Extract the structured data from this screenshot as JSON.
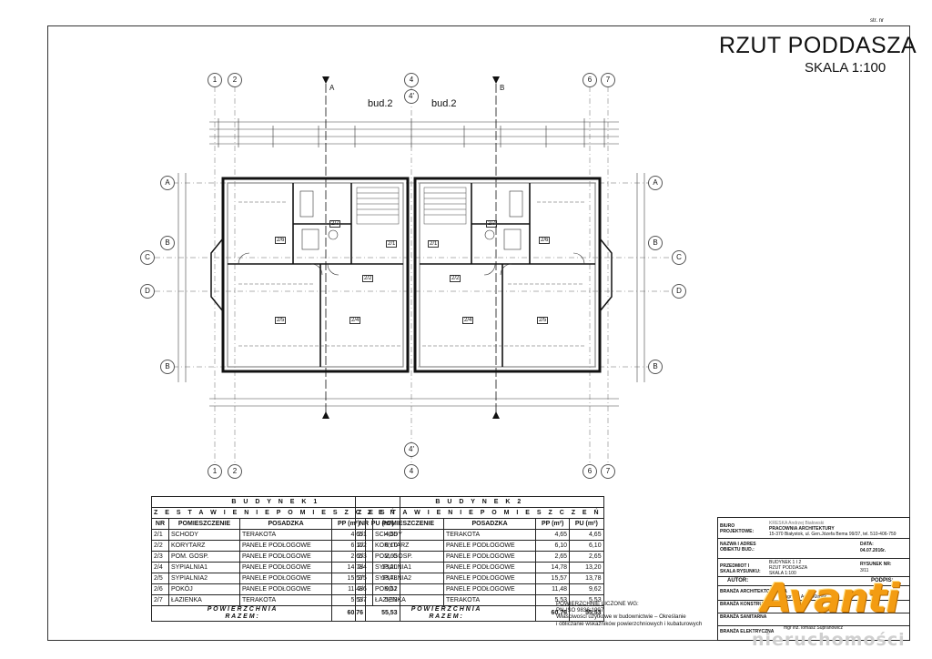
{
  "sheet": {
    "str_nr": "str. nr",
    "title": "RZUT PODDASZA",
    "scale": "SKALA 1:100",
    "bud_left": "bud.2",
    "bud_right": "bud.2"
  },
  "grid": {
    "top": [
      "1",
      "2",
      "4",
      "4'",
      "6",
      "7"
    ],
    "bottom": [
      "1",
      "2",
      "4'",
      "4",
      "6",
      "7"
    ],
    "sides": [
      "A",
      "B",
      "C",
      "D",
      "B"
    ],
    "sections": [
      "A",
      "B"
    ]
  },
  "rooms_labels": [
    "2/1",
    "2/2",
    "2/3",
    "2/4",
    "2/5",
    "2/6",
    "2/7"
  ],
  "table1": {
    "building": "B U D Y N E K   1",
    "subtitle": "Z E S T A W I E N I E   P O M I E S Z C Z E Ń",
    "headers": [
      "NR",
      "POMIESZCZENIE",
      "POSADZKA",
      "PP (m²)",
      "PU (m²)"
    ],
    "rows": [
      [
        "2/1",
        "SCHODY",
        "TERAKOTA",
        "4,65",
        "4,65"
      ],
      [
        "2/2",
        "KORYTARZ",
        "PANELE PODŁOGOWE",
        "6,10",
        "6,10"
      ],
      [
        "2/3",
        "POM. GOSP.",
        "PANELE PODŁOGOWE",
        "2,65",
        "2,65"
      ],
      [
        "2/4",
        "SYPIALNIA1",
        "PANELE PODŁOGOWE",
        "14,78",
        "13,20"
      ],
      [
        "2/5",
        "SYPIALNIA2",
        "PANELE PODŁOGOWE",
        "15,57",
        "13,78"
      ],
      [
        "2/6",
        "POKÓJ",
        "PANELE PODŁOGOWE",
        "11,48",
        "9,62"
      ],
      [
        "2/7",
        "ŁAZIENKA",
        "TERAKOTA",
        "5,53",
        "5,53"
      ]
    ],
    "total_label_1": "P O W I E R Z C H N I A",
    "total_label_2": "R A Z E M :",
    "total_pp": "60,76",
    "total_pu": "55,53"
  },
  "table2": {
    "building": "B U D Y N E K   2",
    "subtitle": "Z E S T A W I E N I E   P O M I E S Z C Z E Ń",
    "headers": [
      "NR",
      "POMIESZCZENIE",
      "POSADZKA",
      "PP (m²)",
      "PU (m²)"
    ],
    "rows": [
      [
        "2/1",
        "SCHODY",
        "TERAKOTA",
        "4,65",
        "4,65"
      ],
      [
        "2/2",
        "KORYTARZ",
        "PANELE PODŁOGOWE",
        "6,10",
        "6,10"
      ],
      [
        "2/3",
        "POM. GOSP.",
        "PANELE PODŁOGOWE",
        "2,65",
        "2,65"
      ],
      [
        "2/4",
        "SYPIALNIA1",
        "PANELE PODŁOGOWE",
        "14,78",
        "13,20"
      ],
      [
        "2/5",
        "SYPIALNIA2",
        "PANELE PODŁOGOWE",
        "15,57",
        "13,78"
      ],
      [
        "2/6",
        "POKÓJ",
        "PANELE PODŁOGOWE",
        "11,48",
        "9,62"
      ],
      [
        "2/7",
        "ŁAZIENKA",
        "TERAKOTA",
        "5,53",
        "5,53"
      ]
    ],
    "total_label_1": "P O W I E R Z C H N I A",
    "total_label_2": "R A Z E M :",
    "total_pp": "60,76",
    "total_pu": "55,53"
  },
  "note": {
    "l1": "POWIERZCHNIE LICZONE WG:",
    "l2": "PN-ISO 9836:1997",
    "l3": "Właściwości użytkowe w budownictwie – Określanie",
    "l4": "i obliczanie wskaźników powierzchniowych i kubaturowych"
  },
  "titleblock": {
    "biuro_lbl": "BIURO PROJEKTOWE:",
    "biuro_val1": "KRESKA Andrzej Białowski",
    "biuro_val2": "PRACOWNIA ARCHITEKTURY",
    "biuro_val3": "15-370 Białystok, ul. Gen.Józefa Bema 99/37, tel. 510-406-759",
    "nazwa_lbl": "NAZWA I ADRES OBIEKTU BUD.:",
    "data_lbl": "DATA:",
    "data_val": "04.07.2016r.",
    "przedmiot_lbl": "PRZEDMIOT I SKALA RYSUNKU:",
    "przedmiot_val1": "BUDYNEK 1 I 2",
    "przedmiot_val2": "RZUT PODDASZA",
    "przedmiot_val3": "SKALA 1:100",
    "rysunek_lbl": "RYSUNEK NR:",
    "rysunek_val": "3/11",
    "autor_lbl": "AUTOR:",
    "podpis_lbl": "PODPIS:",
    "branza1": "BRANŻA ARCHITEKTONICZNA",
    "branza2": "BRANŻA KONSTRUKCYJNA",
    "branza3": "BRANŻA SANITARNA",
    "branza4": "BRANŻA ELEKTRYCZNA",
    "person1": "mgr inż. Anna Klimuk",
    "person2": "mgr inż.Tomasz Supranowicz"
  },
  "watermark": {
    "brand": "Avanti",
    "site": "nieruchomości"
  }
}
